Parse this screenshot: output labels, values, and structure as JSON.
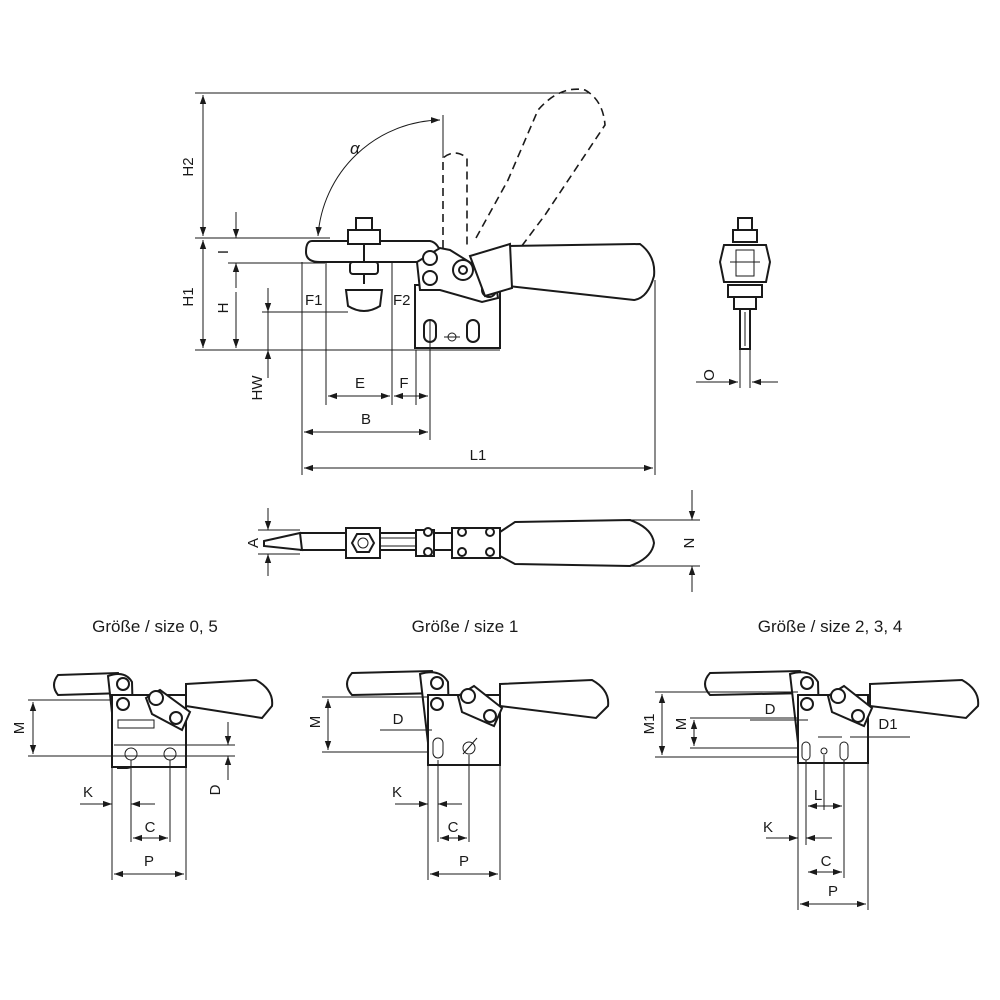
{
  "dimensions": {
    "H2": "H2",
    "H1": "H1",
    "H": "H",
    "I": "I",
    "HW": "HW",
    "alpha": "α",
    "F1": "F1",
    "F2": "F2",
    "E": "E",
    "F": "F",
    "B": "B",
    "L1": "L1",
    "O": "O",
    "A": "A",
    "N": "N"
  },
  "variants": {
    "size_05": {
      "caption": "Größe / size 0, 5",
      "M": "M",
      "D": "D",
      "K": "K",
      "C": "C",
      "P": "P"
    },
    "size_1": {
      "caption": "Größe / size 1",
      "M": "M",
      "D": "D",
      "K": "K",
      "C": "C",
      "P": "P"
    },
    "size_234": {
      "caption": "Größe / size 2, 3, 4",
      "M1": "M1",
      "M": "M",
      "D": "D",
      "D1": "D1",
      "L": "L",
      "K": "K",
      "C": "C",
      "P": "P"
    }
  }
}
